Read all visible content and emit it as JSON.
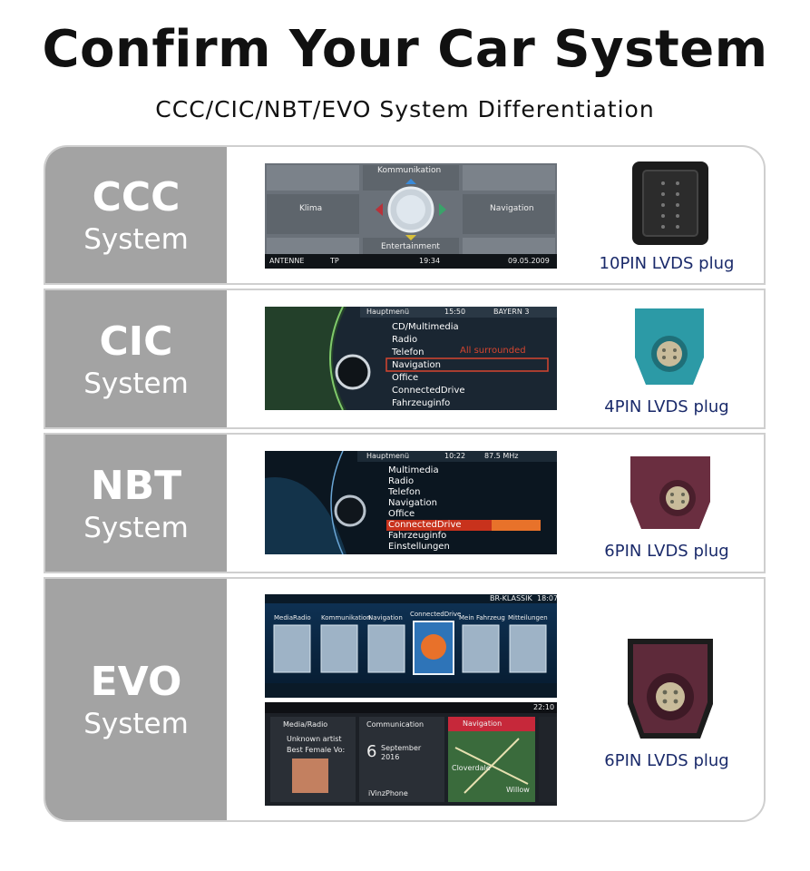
{
  "header": {
    "title": "Confirm Your Car System",
    "subtitle": "CCC/CIC/NBT/EVO System Differentiation"
  },
  "rows": [
    {
      "system": "CCC",
      "system_label": "System",
      "plug_label": "10PIN LVDS plug",
      "screen": {
        "top": "Kommunikation",
        "left": "Klima",
        "right": "Navigation",
        "bottom": "Entertainment",
        "status_left": "ANTENNE",
        "status_tp": "TP",
        "status_time": "19:34",
        "status_date": "09.05.2009"
      }
    },
    {
      "system": "CIC",
      "system_label": "System",
      "plug_label": "4PIN LVDS plug",
      "screen": {
        "header": "Hauptmenü",
        "time": "15:50",
        "station": "BAYERN 3",
        "annotation": "All surrounded",
        "items": [
          "CD/Multimedia",
          "Radio",
          "Telefon",
          "Navigation",
          "Office",
          "ConnectedDrive",
          "Fahrzeuginfo"
        ]
      }
    },
    {
      "system": "NBT",
      "system_label": "System",
      "plug_label": "6PIN LVDS plug",
      "screen": {
        "header": "Hauptmenü",
        "time": "10:22",
        "station": "87.5 MHz",
        "items": [
          "Multimedia",
          "Radio",
          "Telefon",
          "Navigation",
          "Office",
          "ConnectedDrive",
          "Fahrzeuginfo",
          "Einstellungen"
        ]
      }
    },
    {
      "system": "EVO",
      "system_label": "System",
      "plug_label": "6PIN LVDS plug",
      "screen_top": {
        "status": "BR-KLASSIK",
        "time": "18:07",
        "tiles": [
          "MediaRadio",
          "Kommunikation",
          "Navigation",
          "ConnectedDrive",
          "Mein Fahrzeug",
          "Mitteilungen"
        ]
      },
      "screen_bottom": {
        "time": "22:10",
        "media_title": "Media/Radio",
        "media_line1": "Unknown artist",
        "media_line2": "Best Female Vo:",
        "comm_title": "Communication",
        "comm_day": "6",
        "comm_month": "September",
        "comm_year": "2016",
        "comm_phone": "iVinzPhone",
        "nav_title": "Navigation",
        "nav_place1": "Cloverdale",
        "nav_place2": "Willow"
      }
    }
  ]
}
